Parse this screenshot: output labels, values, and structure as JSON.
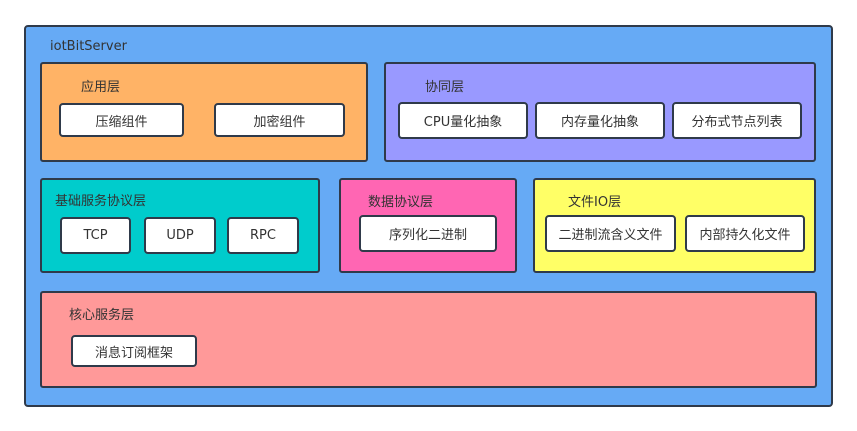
{
  "title": "iotBitServer",
  "layers": {
    "app": {
      "title": "应用层",
      "items": [
        "压缩组件",
        "加密组件"
      ]
    },
    "collab": {
      "title": "协同层",
      "items": [
        "CPU量化抽象",
        "内存量化抽象",
        "分布式节点列表"
      ]
    },
    "basic": {
      "title": "基础服务协议层",
      "items": [
        "TCP",
        "UDP",
        "RPC"
      ]
    },
    "dataproto": {
      "title": "数据协议层",
      "items": [
        "序列化二进制"
      ]
    },
    "fileio": {
      "title": "文件IO层",
      "items": [
        "二进制流含义文件",
        "内部持久化文件"
      ]
    },
    "core": {
      "title": "核心服务层",
      "items": [
        "消息订阅框架"
      ]
    }
  },
  "colors": {
    "frame": "#66aaf5",
    "app": "#ffb366",
    "collab": "#9999ff",
    "basic": "#00cccc",
    "dataproto": "#ff66b3",
    "fileio": "#ffff66",
    "core": "#ff9999"
  }
}
